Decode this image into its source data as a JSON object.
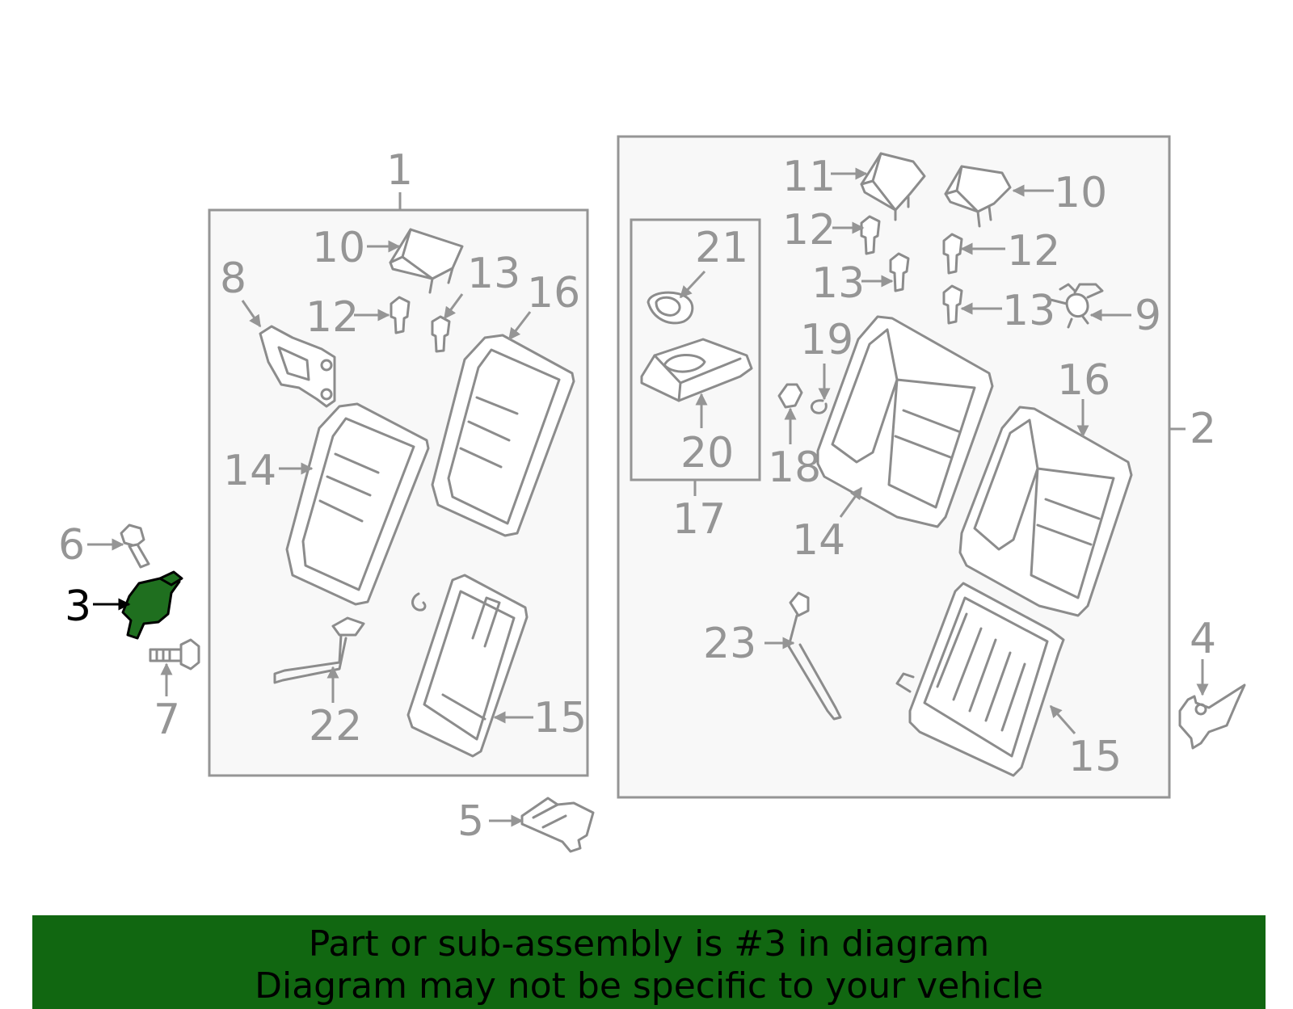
{
  "diagram": {
    "callouts": {
      "c1": "1",
      "c2": "2",
      "c3": "3",
      "c4": "4",
      "c5": "5",
      "c6": "6",
      "c7": "7",
      "c8": "8",
      "c9": "9",
      "c10a": "10",
      "c10b": "10",
      "c11": "11",
      "c12a": "12",
      "c12b": "12",
      "c12c": "12",
      "c13a": "13",
      "c13b": "13",
      "c13c": "13",
      "c14a": "14",
      "c14b": "14",
      "c15a": "15",
      "c15b": "15",
      "c16a": "16",
      "c16b": "16",
      "c17": "17",
      "c18": "18",
      "c19": "19",
      "c20": "20",
      "c21": "21",
      "c22": "22",
      "c23": "23"
    },
    "highlighted_part": "3",
    "highlight_color": "#1f6f1f"
  },
  "banner": {
    "line1": "Part or sub-assembly is #3 in diagram",
    "line2": "Diagram may not be specific to your vehicle",
    "background": "#116711"
  }
}
